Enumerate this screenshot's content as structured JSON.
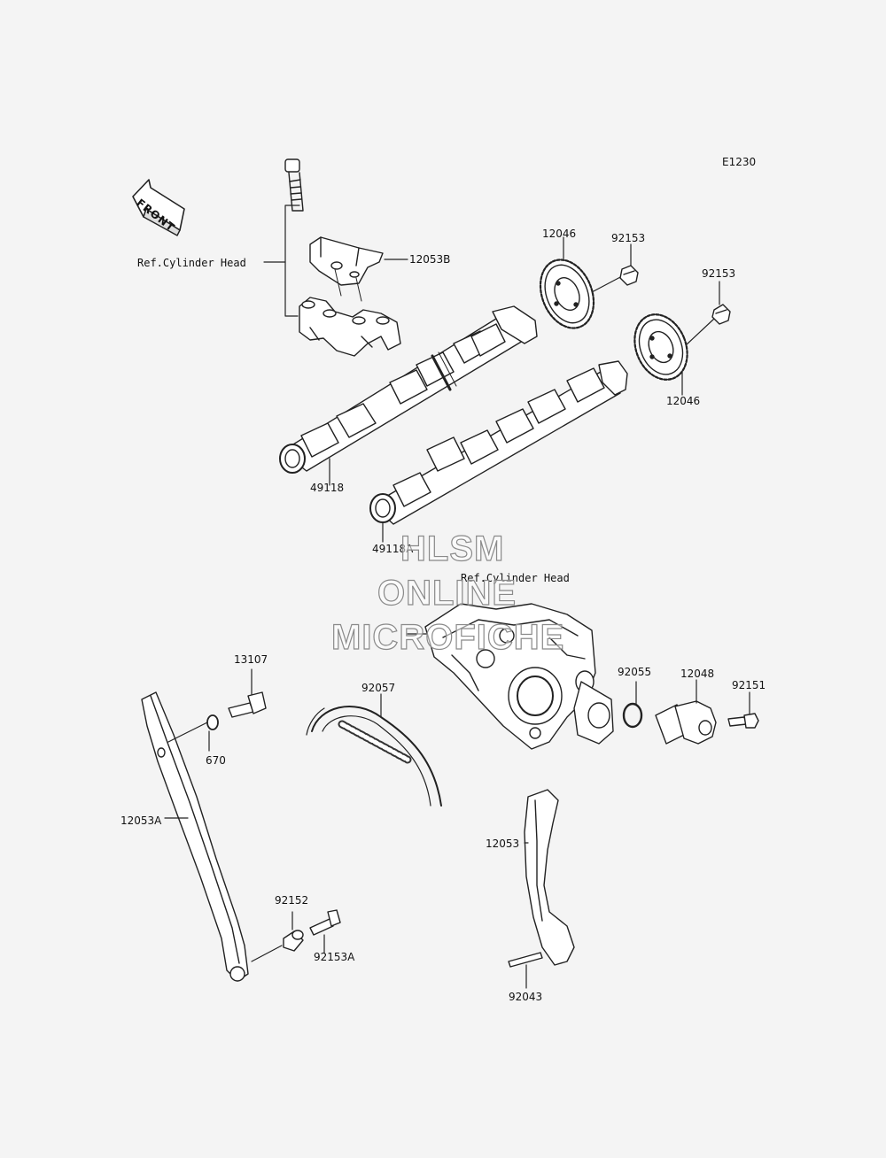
{
  "diagram": {
    "code": "E1230",
    "front_label": "FRONT",
    "ref_labels": [
      "Ref.Cylinder Head",
      "Ref.Cylinder Head"
    ],
    "parts": [
      {
        "num": "12053B",
        "name": "camshaft-holder"
      },
      {
        "num": "12046",
        "name": "intake-sprocket"
      },
      {
        "num": "92153",
        "name": "intake-sprocket-bolt"
      },
      {
        "num": "92153",
        "name": "exhaust-sprocket-bolt"
      },
      {
        "num": "12046",
        "name": "exhaust-sprocket"
      },
      {
        "num": "49118",
        "name": "intake-camshaft"
      },
      {
        "num": "49118A",
        "name": "exhaust-camshaft"
      },
      {
        "num": "13107",
        "name": "guide-bolt"
      },
      {
        "num": "670",
        "name": "washer"
      },
      {
        "num": "92057",
        "name": "cam-chain"
      },
      {
        "num": "92055",
        "name": "o-ring"
      },
      {
        "num": "12048",
        "name": "chain-tensioner"
      },
      {
        "num": "92151",
        "name": "tensioner-bolt"
      },
      {
        "num": "12053A",
        "name": "tensioner-guide"
      },
      {
        "num": "12053",
        "name": "chain-guide"
      },
      {
        "num": "92152",
        "name": "collar"
      },
      {
        "num": "92153A",
        "name": "pivot-bolt"
      },
      {
        "num": "92043",
        "name": "pin"
      }
    ]
  },
  "watermark": {
    "line1": "HLSM",
    "line2": "ONLINE",
    "line3": "MICROFICHE"
  }
}
